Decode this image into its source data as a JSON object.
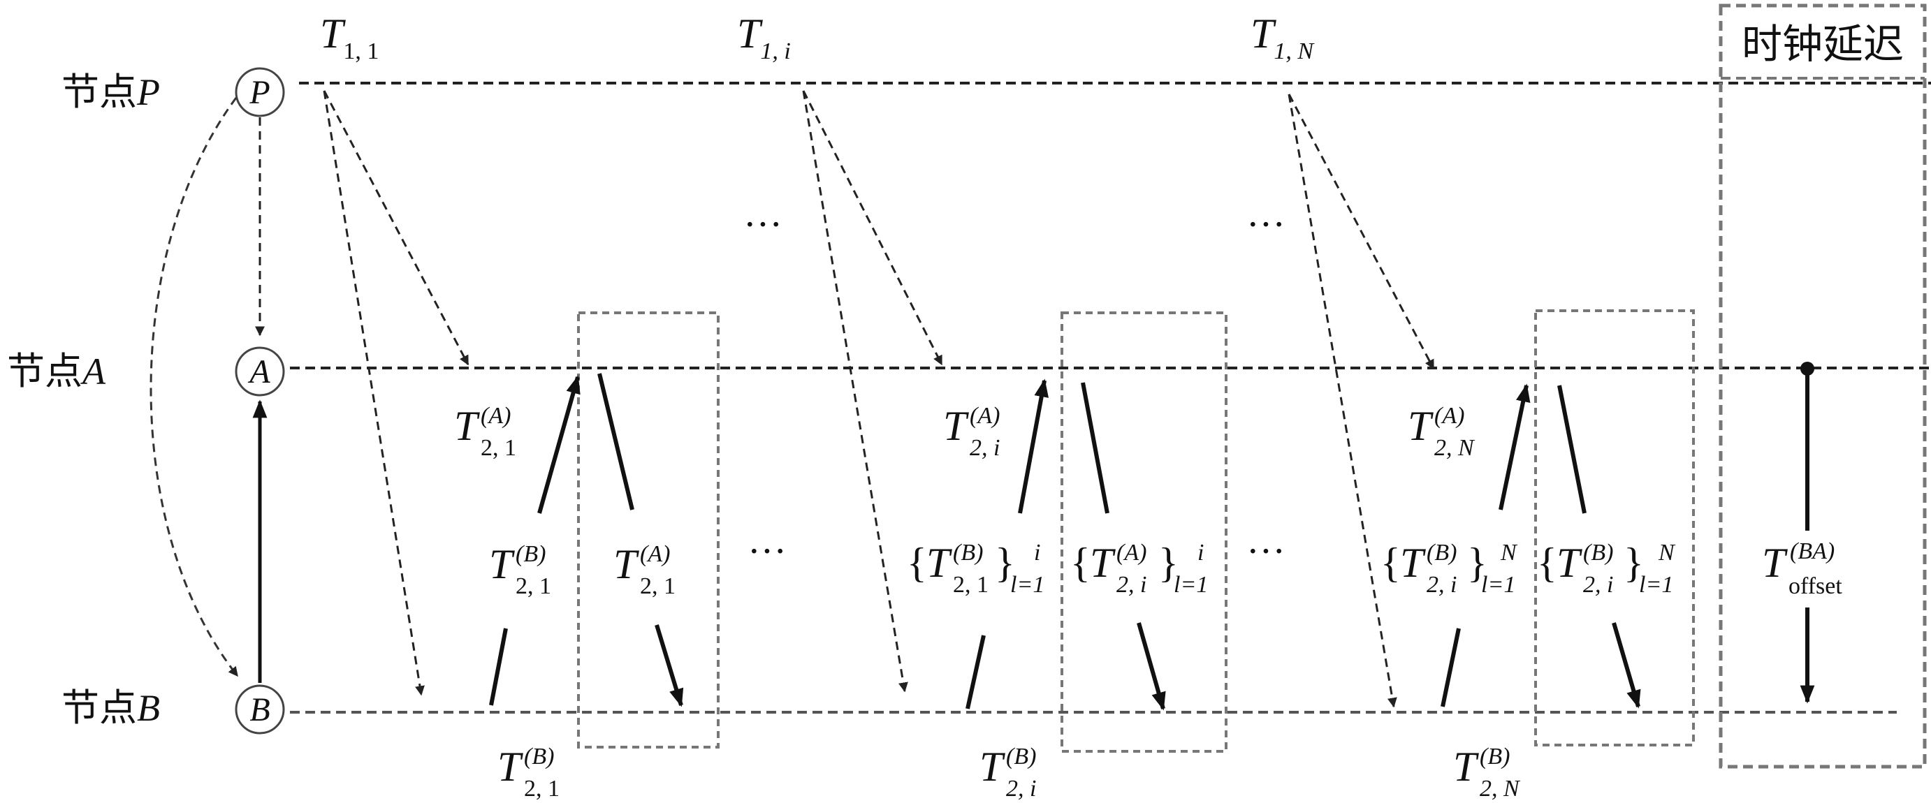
{
  "nodes": {
    "p": {
      "row_label": "节点",
      "row_var": "P",
      "symbol": "P"
    },
    "a": {
      "row_label": "节点",
      "row_var": "A",
      "symbol": "A"
    },
    "b": {
      "row_label": "节点",
      "row_var": "B",
      "symbol": "B"
    }
  },
  "clock_delay_label": "时钟延迟",
  "ellipsis": "···",
  "rounds": [
    {
      "t1": {
        "base": "T",
        "sub": "1, 1"
      },
      "t2a": {
        "base": "T",
        "sup": "(A)",
        "sub": "2, 1"
      },
      "t2b_bottom": {
        "base": "T",
        "sup": "(B)",
        "sub": "2, 1"
      },
      "up_label": {
        "base": "T",
        "sup": "(B)",
        "sub": "2, 1"
      },
      "down_label": {
        "base": "T",
        "sup": "(A)",
        "sub": "2, 1"
      }
    },
    {
      "t1": {
        "base": "T",
        "sub": "1, i"
      },
      "t2a": {
        "base": "T",
        "sup": "(A)",
        "sub": "2, i"
      },
      "t2b_bottom": {
        "base": "T",
        "sup": "(B)",
        "sub": "2, i"
      },
      "up_label": {
        "base": "T",
        "sup": "(B)",
        "sub": "2, 1",
        "braced": true,
        "range_sup": "i",
        "range_sub": "l=1"
      },
      "down_label": {
        "base": "T",
        "sup": "(A)",
        "sub": "2, i",
        "braced": true,
        "range_sup": "i",
        "range_sub": "l=1"
      }
    },
    {
      "t1": {
        "base": "T",
        "sub": "1, N"
      },
      "t2a": {
        "base": "T",
        "sup": "(A)",
        "sub": "2, N"
      },
      "t2b_bottom": {
        "base": "T",
        "sup": "(B)",
        "sub": "2, N"
      },
      "up_label": {
        "base": "T",
        "sup": "(B)",
        "sub": "2, i",
        "braced": true,
        "range_sup": "N",
        "range_sub": "l=1"
      },
      "down_label": {
        "base": "T",
        "sup": "(B)",
        "sub": "2, i",
        "braced": true,
        "range_sup": "N",
        "range_sub": "l=1"
      }
    }
  ],
  "offset": {
    "base": "T",
    "sup": "(BA)",
    "sub": "offset"
  }
}
